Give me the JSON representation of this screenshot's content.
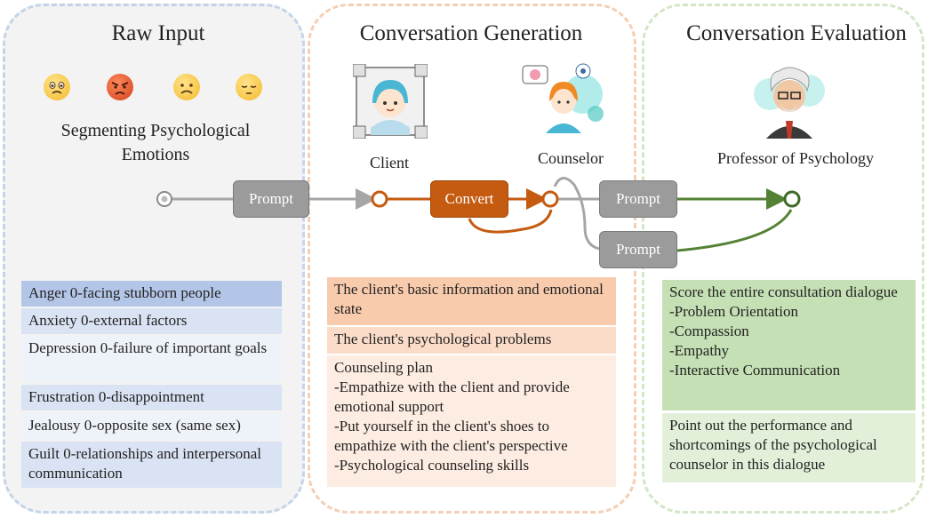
{
  "raw_input": {
    "title": "Raw Input",
    "emotion_caption": "Segmenting Psychological Emotions",
    "emotions": [
      {
        "icon": "worried-face-icon"
      },
      {
        "icon": "angry-face-icon"
      },
      {
        "icon": "frowning-face-icon"
      },
      {
        "icon": "pensive-face-icon"
      }
    ],
    "items": [
      "Anger 0-facing stubborn people",
      "Anxiety 0-external factors",
      "Depression 0-failure of important goals",
      "Frustration 0-disappointment",
      "Jealousy 0-opposite sex (same sex)",
      "Guilt 0-relationships and interpersonal communication"
    ]
  },
  "generation": {
    "title": "Conversation Generation",
    "client_label": "Client",
    "counselor_label": "Counselor",
    "convert_label": "Convert",
    "box1": "The client's basic information and emotional state",
    "box2": "The client's psychological problems",
    "plan_lines": [
      "Counseling plan",
      "-Empathize with the client and provide emotional support",
      "-Put yourself in the client's shoes to empathize with the client's perspective",
      "-Psychological counseling skills"
    ]
  },
  "evaluation": {
    "title": "Conversation Evaluation",
    "professor_label": "Professor of Psychology",
    "score_lines": [
      "Score the entire consultation dialogue",
      "-Problem Orientation",
      "-Compassion",
      "-Empathy",
      "-Interactive Communication"
    ],
    "feedback": "Point out the performance and shortcomings of the psychological counselor in this dialogue"
  },
  "flow": {
    "prompt1": "Prompt",
    "prompt2": "Prompt",
    "prompt3": "Prompt"
  },
  "colors": {
    "blue_dark": "#b4c6e7",
    "blue_light": "#dae3f3",
    "orange_dark": "#f8cbad",
    "orange_light": "#fbe5d6",
    "green_dark": "#c5e0b4",
    "green_light": "#e2f0d9",
    "flow_orange": "#c55a11",
    "flow_green": "#548235",
    "flow_gray": "#a6a6a6"
  }
}
